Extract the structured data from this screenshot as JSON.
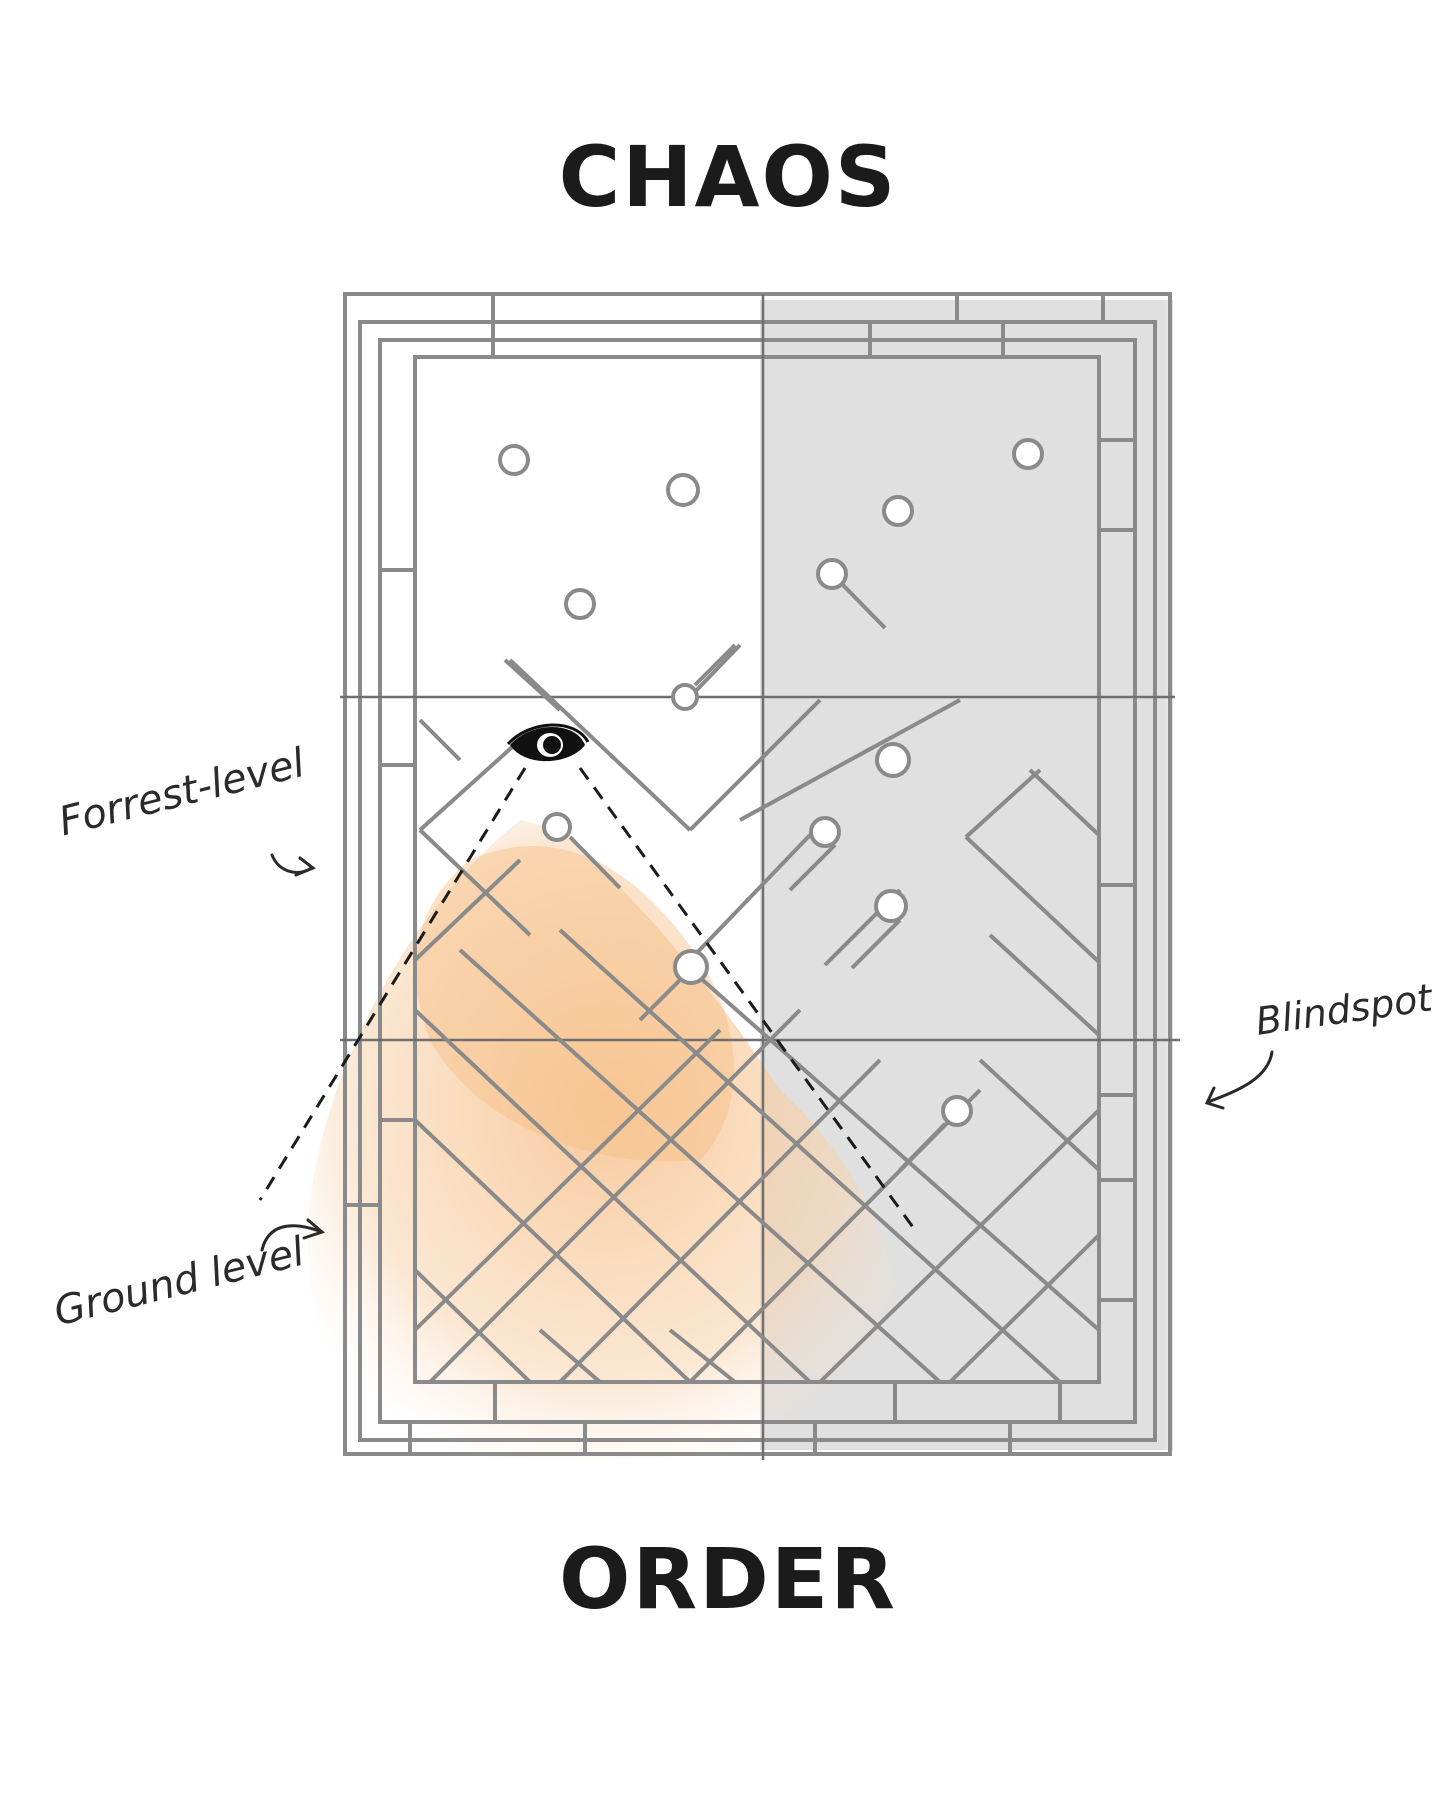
{
  "titles": {
    "top": "CHAOS",
    "bottom": "ORDER"
  },
  "annotations": {
    "forrest_level": "Forrest-level",
    "ground_level": "Ground level",
    "blindspot": "Blindspot"
  },
  "icons": {
    "eye": "eye-icon"
  },
  "colors": {
    "line": "#8a8a8a",
    "ink": "#1b1b1b",
    "shade": "#d9d9d9",
    "vision_cone": "#f7c99a"
  }
}
